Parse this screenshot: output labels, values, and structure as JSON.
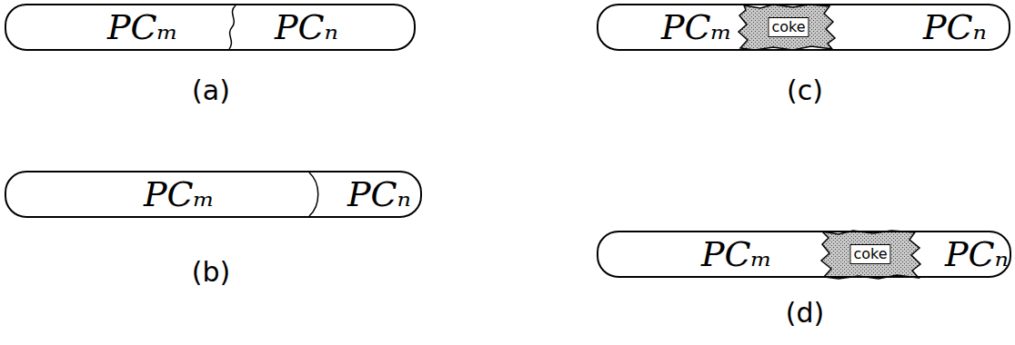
{
  "diagram": {
    "nodes": [
      {
        "text": [
          "PCₘ",
          "PCₙ"
        ]
      },
      {
        "text": [
          "PCₘ",
          "PCₙ"
        ]
      },
      {
        "text": [
          "coke"
        ],
        "in": 1
      },
      {
        "text": [
          "PCₘ",
          "PCₙ"
        ]
      },
      {
        "text": [
          "PCₘ",
          "PCₙ"
        ]
      },
      {
        "text": [
          "coke"
        ],
        "in": 4
      }
    ],
    "labels": [
      "(a)",
      "(c)",
      "(b)",
      "(d)"
    ]
  }
}
